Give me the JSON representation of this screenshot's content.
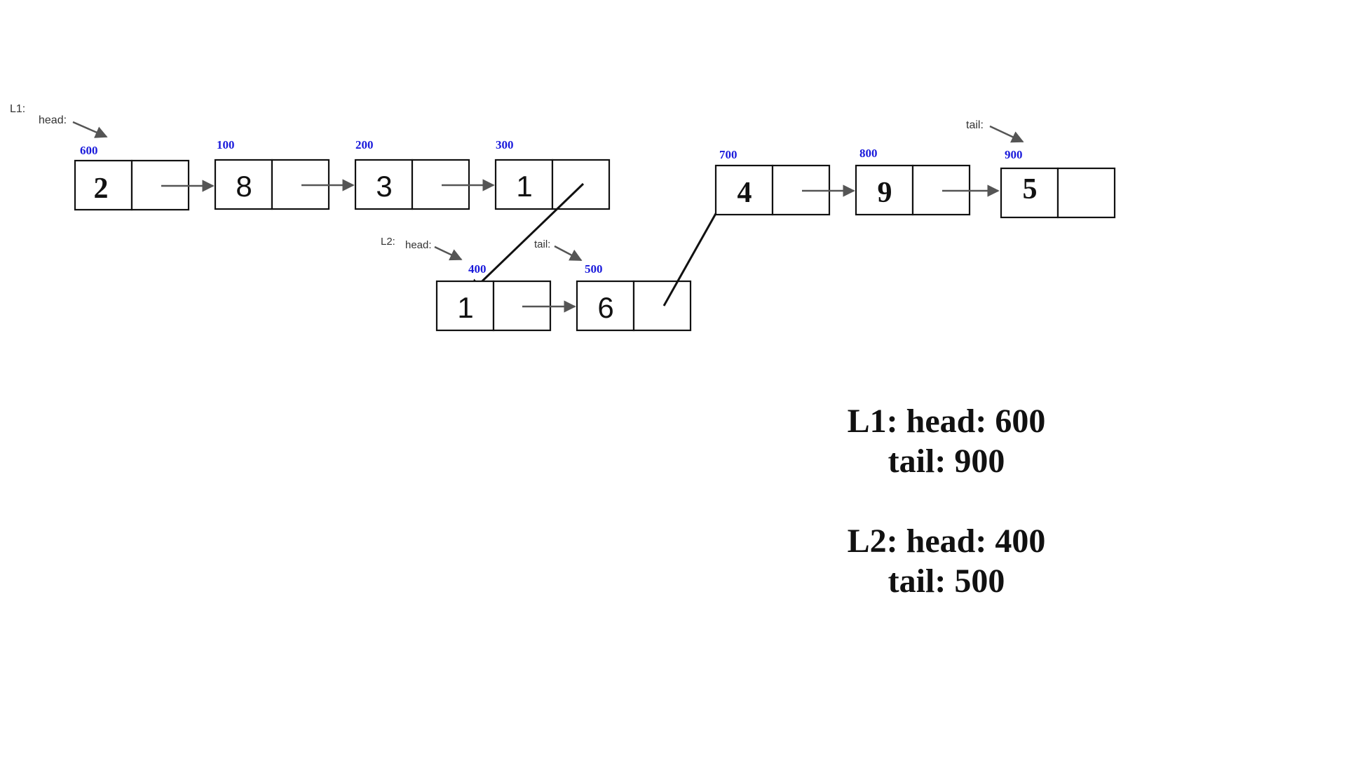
{
  "lists": {
    "l1": {
      "name": "L1:",
      "head_label": "head:",
      "tail_label": "tail:"
    },
    "l2": {
      "name": "L2:",
      "head_label": "head:",
      "tail_label": "tail:"
    }
  },
  "nodes": [
    {
      "id": "n600",
      "addr": "600",
      "value": "2"
    },
    {
      "id": "n100",
      "addr": "100",
      "value": "8"
    },
    {
      "id": "n200",
      "addr": "200",
      "value": "3"
    },
    {
      "id": "n300",
      "addr": "300",
      "value": "1"
    },
    {
      "id": "n700",
      "addr": "700",
      "value": "4"
    },
    {
      "id": "n800",
      "addr": "800",
      "value": "9"
    },
    {
      "id": "n900",
      "addr": "900",
      "value": "5"
    },
    {
      "id": "n400",
      "addr": "400",
      "value": "1"
    },
    {
      "id": "n500",
      "addr": "500",
      "value": "6"
    }
  ],
  "summary": {
    "l1_head": "L1: head: 600",
    "l1_tail": "tail: 900",
    "l2_head": "L2: head: 400",
    "l2_tail": "tail: 500"
  },
  "colors": {
    "address": "#1a1adb",
    "arrow_gray": "#555555",
    "arrow_black": "#111111"
  }
}
